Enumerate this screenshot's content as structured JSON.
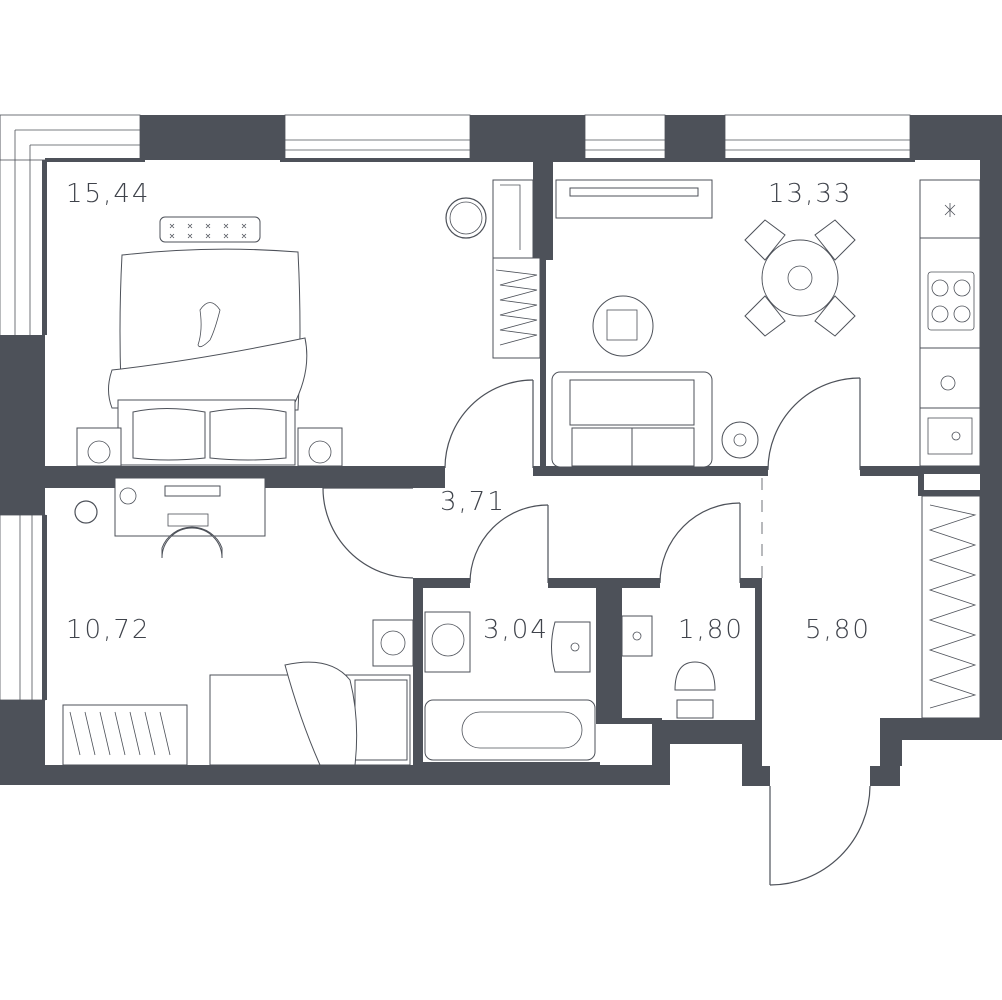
{
  "plan": {
    "rooms": [
      {
        "id": "bedroom-large",
        "area": "15,44"
      },
      {
        "id": "kitchen-living",
        "area": "13,33"
      },
      {
        "id": "corridor",
        "area": "3,71"
      },
      {
        "id": "bedroom-small",
        "area": "10,72"
      },
      {
        "id": "bathroom",
        "area": "3,04"
      },
      {
        "id": "toilet",
        "area": "1,80"
      },
      {
        "id": "hallway",
        "area": "5,80"
      }
    ],
    "colors": {
      "wall": "#4d5159",
      "line": "#4d5159",
      "background": "#ffffff"
    }
  }
}
